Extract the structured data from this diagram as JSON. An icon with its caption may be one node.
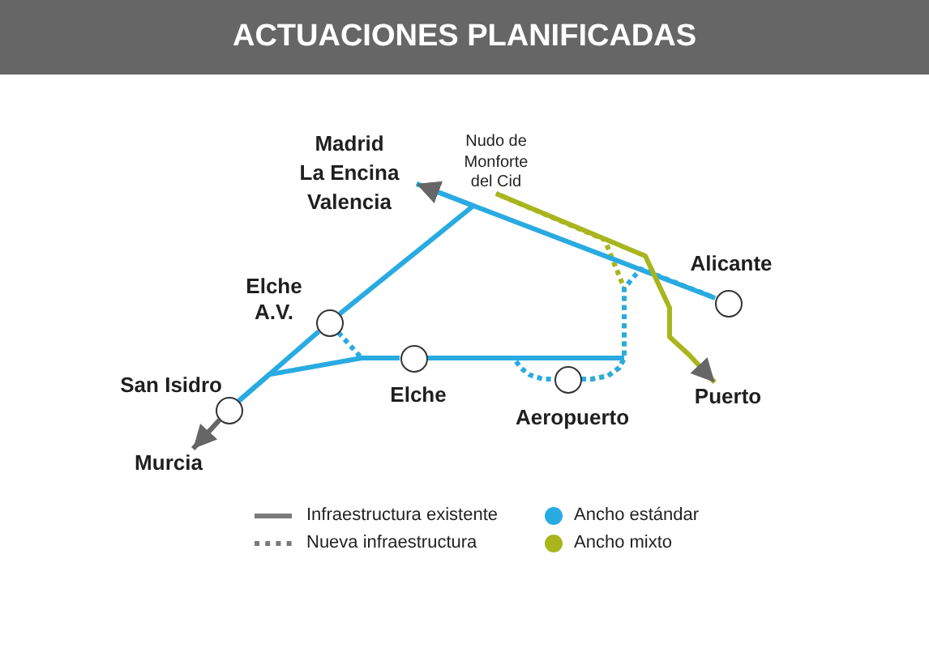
{
  "diagram": {
    "title": "ACTUACIONES PLANIFICADAS",
    "nodes": [
      {
        "text": [
          "Madrid",
          "La Encina",
          "Valencia"
        ]
      },
      {
        "text": [
          "Nudo de Monforte del Cid"
        ]
      },
      {
        "text": [],
        "shape": "circle",
        "beside": [
          "Alicante"
        ]
      },
      {
        "text": [],
        "shape": "circle",
        "beside": [
          "Elche A.V."
        ]
      },
      {
        "text": [],
        "shape": "circle",
        "beside": [
          "San Isidro"
        ]
      },
      {
        "text": [],
        "shape": "circle",
        "beside": [
          "Elche"
        ]
      },
      {
        "text": [
          "Puerto"
        ]
      },
      {
        "text": [],
        "shape": "circle",
        "beside": [
          "Aeropuerto"
        ]
      },
      {
        "text": [
          "Murcia"
        ]
      }
    ],
    "edges": [
      {
        "from": 2,
        "to": 0,
        "arrow": "to"
      },
      {
        "from": 3,
        "to": 0,
        "arrow": "to"
      },
      {
        "from": 3,
        "to": 4,
        "arrow": "none"
      },
      {
        "from": 4,
        "to": 8,
        "arrow": "to",
        "color": "#666666"
      },
      {
        "from": 5,
        "to": 4,
        "arrow": "none"
      },
      {
        "from": 3,
        "to": 5,
        "arrow": "none",
        "style": "dashed"
      },
      {
        "from": 5,
        "to": 7,
        "arrow": "none",
        "style": "dashed"
      },
      {
        "from": 7,
        "to": 1,
        "arrow": "none",
        "style": "dashed",
        "color": "#a8b51d"
      },
      {
        "from": 7,
        "to": 2,
        "arrow": "none",
        "style": "dashed"
      },
      {
        "from": 1,
        "to": 6,
        "arrow": "to",
        "color": "#a8b51d"
      },
      {
        "from": 5,
        "to": null,
        "arrow": "none"
      }
    ],
    "legend": [
      {
        "text": "Infraestructura existente"
      },
      {
        "text": "Nueva infraestructura"
      },
      {
        "text": "Ancho estándar",
        "color": "#29abe2"
      },
      {
        "text": "Ancho mixto",
        "color": "#a8b51d"
      }
    ]
  }
}
